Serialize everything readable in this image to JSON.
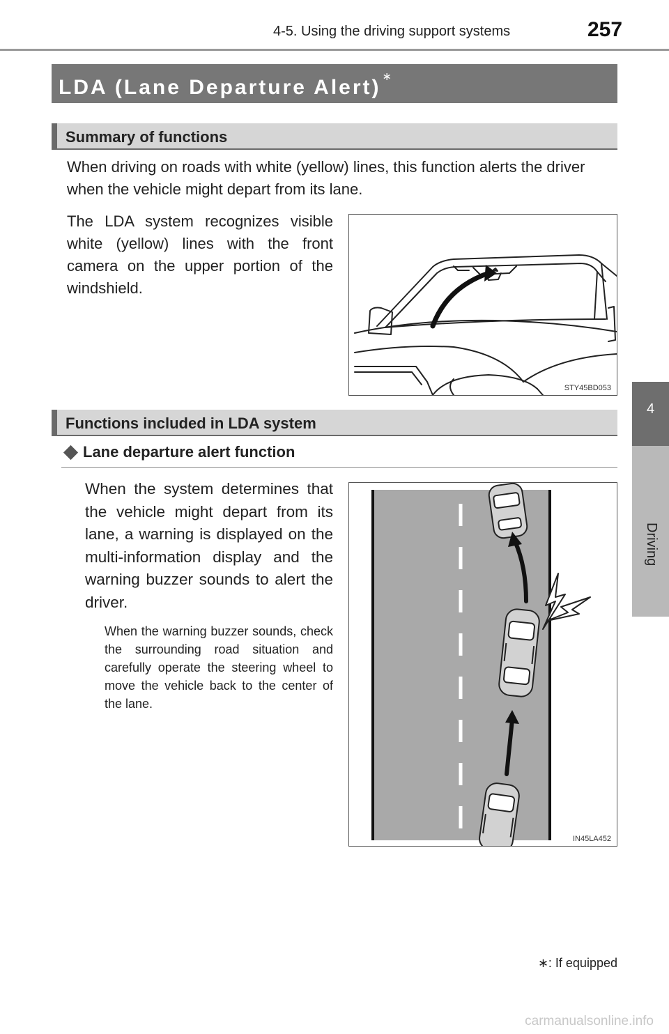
{
  "header": {
    "section": "4-5. Using the driving support systems",
    "page_number": "257"
  },
  "side_tab": {
    "chapter_number": "4",
    "chapter_label": "Driving"
  },
  "title": {
    "text": "LDA (Lane Departure Alert)",
    "mark": "∗"
  },
  "summary": {
    "heading": "Summary of functions",
    "intro": "When driving on roads with white (yellow) lines, this function alerts the driver when the vehicle might depart from its lane.",
    "camera_text": "The LDA system recognizes visible white (yellow) lines with the front camera on the upper portion of the windshield.",
    "figure_code": "STY45BD053"
  },
  "functions": {
    "heading": "Functions included in LDA system",
    "subheading": "Lane departure alert function",
    "description": "When the system determines that the vehicle might depart from its lane, a warning is displayed on the multi-information display and the warning buzzer sounds to alert the driver.",
    "note": "When the warning buzzer sounds, check the surrounding road situation and carefully operate the steering wheel to move the vehicle back to the center of the lane.",
    "figure_code": "IN45LA452"
  },
  "footnote": "∗: If equipped",
  "watermark": "carmanualsonline.info"
}
